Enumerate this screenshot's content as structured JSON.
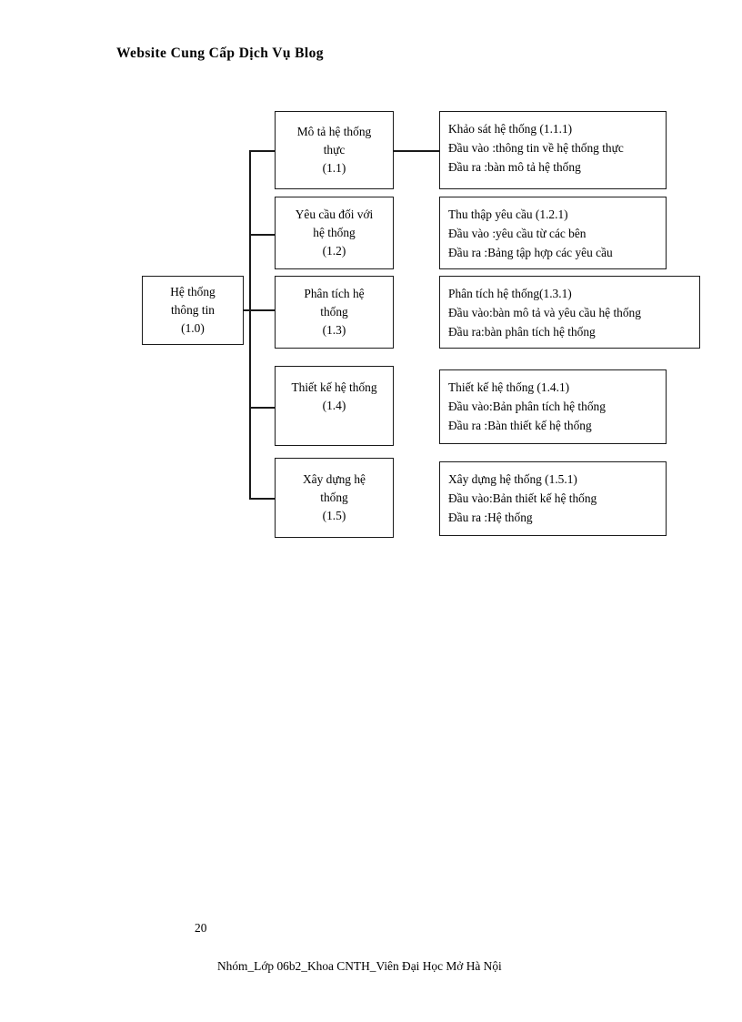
{
  "document": {
    "header": "Website Cung Cấp Dịch Vụ Blog",
    "page_number": "20",
    "footer": "Nhóm_Lớp 06b2_Khoa CNTH_Viên Đại Học Mở Hà Nội"
  },
  "diagram": {
    "root": {
      "line1": "Hệ thống",
      "line2": "thông tin",
      "line3": "(1.0)"
    },
    "nodes": [
      {
        "line1": "Mô tả hệ thống",
        "line2": "thực",
        "line3": "(1.1)"
      },
      {
        "line1": "Yêu cầu đối với",
        "line2": "hệ thống",
        "line3": "(1.2)"
      },
      {
        "line1": "Phân tích hệ",
        "line2": "thống",
        "line3": "(1.3)"
      },
      {
        "line1": "Thiết kế hệ thống",
        "line2": "(1.4)",
        "line3": ""
      },
      {
        "line1": "Xây dựng hệ",
        "line2": "thống",
        "line3": "(1.5)"
      }
    ],
    "details": [
      {
        "title": "Khảo sát hệ thống (1.1.1)",
        "input": "Đầu vào :thông tin về hệ thống thực",
        "output": "Đầu ra :bàn mô tả hệ thống"
      },
      {
        "title": "Thu thập yêu cầu (1.2.1)",
        "input": "Đầu vào :yêu cầu từ các bên",
        "output": "Đầu ra :Bảng tập hợp các yêu cầu"
      },
      {
        "title": "Phân tích hệ thống(1.3.1)",
        "input": "Đầu vào:bàn mô tả  và yêu cầu hệ thống",
        "output": "Đầu ra:bàn phân tích hệ thống"
      },
      {
        "title": "Thiết kế hệ thống (1.4.1)",
        "input": "Đầu vào:Bản phân tích hệ thống",
        "output": "Đầu ra :Bàn thiết kế hệ thống"
      },
      {
        "title": "Xây dựng hệ thống (1.5.1)",
        "input": "Đầu vào:Bản thiết kế hệ thống",
        "output": "Đầu ra :Hệ thống"
      }
    ]
  }
}
